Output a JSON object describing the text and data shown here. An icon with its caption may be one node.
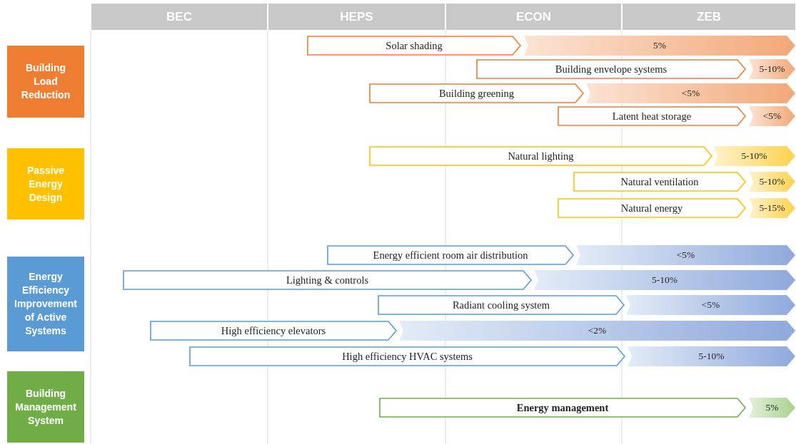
{
  "diagram": {
    "nodes": [
      {
        "text": [
          "Building Load Reduction"
        ]
      },
      {
        "text": [
          "Solar shading"
        ]
      },
      {
        "text": [
          "5%"
        ]
      },
      {
        "text": [
          "Building envelope systems"
        ]
      },
      {
        "text": [
          "5-10%"
        ]
      },
      {
        "text": [
          "Building greening"
        ]
      },
      {
        "text": [
          "<5%"
        ]
      },
      {
        "text": [
          "Latent heat storage"
        ]
      },
      {
        "text": [
          "<5%"
        ]
      },
      {
        "text": [
          "Passive Energy Design"
        ]
      },
      {
        "text": [
          "Natural lighting"
        ]
      },
      {
        "text": [
          "5-10%"
        ]
      },
      {
        "text": [
          "Natural ventilation"
        ]
      },
      {
        "text": [
          "5-10%"
        ]
      },
      {
        "text": [
          "Natural energy"
        ]
      },
      {
        "text": [
          "5-15%"
        ]
      },
      {
        "text": [
          "Energy Efficiency Improvement of Active Systems"
        ]
      },
      {
        "text": [
          "Energy efficient room air distribution"
        ]
      },
      {
        "text": [
          "<5%"
        ]
      },
      {
        "text": [
          "Lighting & controls"
        ]
      },
      {
        "text": [
          "5-10%"
        ]
      },
      {
        "text": [
          "Radiant cooling system"
        ]
      },
      {
        "text": [
          "<5%"
        ]
      },
      {
        "text": [
          "High efficiency elevators"
        ]
      },
      {
        "text": [
          "<2%"
        ]
      },
      {
        "text": [
          "High efficiency HVAC systems"
        ]
      },
      {
        "text": [
          "5-10%"
        ]
      },
      {
        "text": [
          "Building Management System"
        ]
      },
      {
        "text": [
          "Energy management"
        ]
      },
      {
        "text": [
          "5%"
        ]
      }
    ],
    "labels": [
      "BEC",
      "HEPS",
      "ECON",
      "ZEB"
    ]
  }
}
